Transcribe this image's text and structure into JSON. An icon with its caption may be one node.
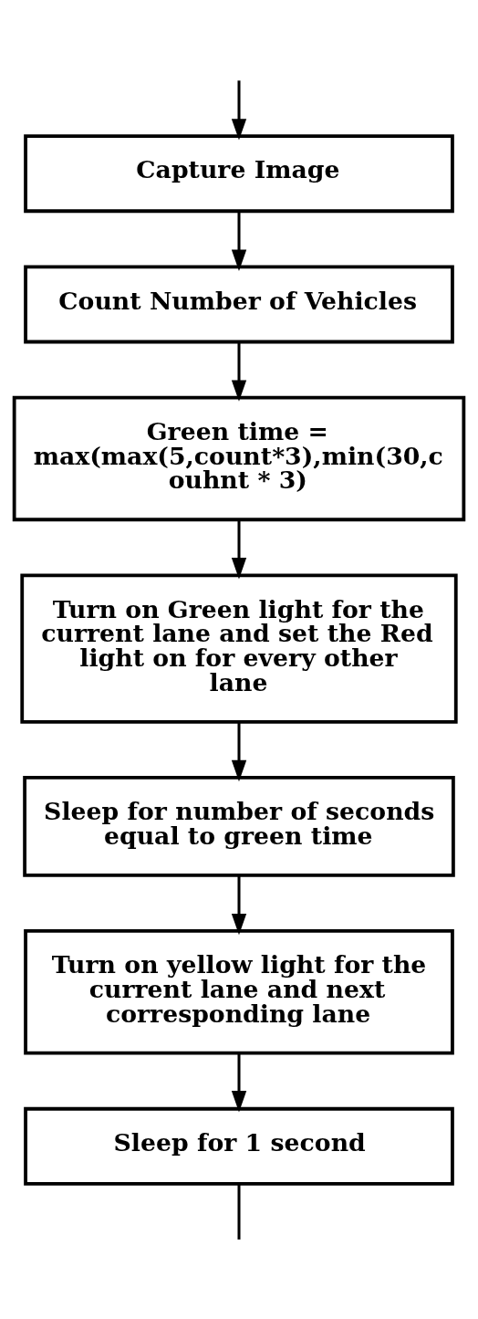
{
  "diagram": {
    "nodes": [
      {
        "text": [
          "Capture Image"
        ]
      },
      {
        "text": [
          "Count Number of Vehicles"
        ]
      },
      {
        "text": [
          "Green time = max(max(5,count*3),min(30,c ouhnt * 3)"
        ]
      },
      {
        "text": [
          "Turn on Green light for the current lane and set the Red light on for every other lane"
        ]
      },
      {
        "text": [
          "Sleep for number of seconds equal to green time"
        ]
      },
      {
        "text": [
          "Turn on yellow light for the current lane and next corresponding lane"
        ]
      },
      {
        "text": [
          "Sleep for 1 second"
        ]
      }
    ],
    "edges": [
      {
        "from": null,
        "to": 0,
        "arrow": "to"
      },
      {
        "from": 0,
        "to": 1,
        "arrow": "to"
      },
      {
        "from": 1,
        "to": 2,
        "arrow": "to"
      },
      {
        "from": 2,
        "to": 3,
        "arrow": "to"
      },
      {
        "from": 3,
        "to": 4,
        "arrow": "to"
      },
      {
        "from": 4,
        "to": 5,
        "arrow": "to"
      },
      {
        "from": 5,
        "to": 6,
        "arrow": "to"
      },
      {
        "from": 6,
        "to": null,
        "arrow": "none"
      }
    ]
  }
}
